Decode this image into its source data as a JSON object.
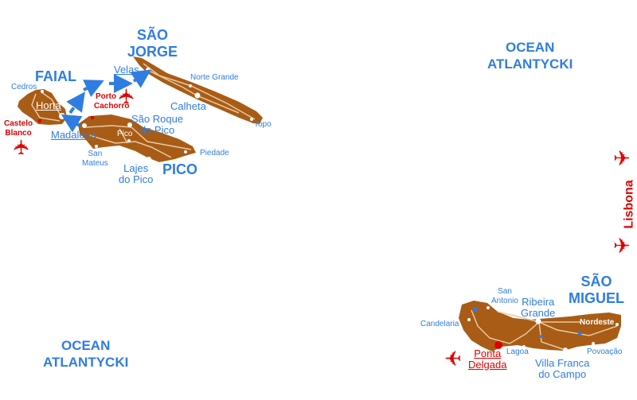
{
  "colors": {
    "label": "#2f7de1",
    "airport": "#e00000",
    "island": "#a85c16",
    "road": "#e8c9a0"
  },
  "oceans": [
    {
      "line1": "OCEAN",
      "line2": "ATLANTYCKI"
    },
    {
      "line1": "OCEAN",
      "line2": "ATLANTYCKI"
    }
  ],
  "islands": {
    "sao_jorge": {
      "line1": "SÃO",
      "line2": "JORGE"
    },
    "faial": "FAIAL",
    "pico": "PICO",
    "sao_miguel": {
      "line1": "SÃO",
      "line2": "MIGUEL"
    }
  },
  "places": {
    "cedros": "Cedros",
    "horta": "Horta",
    "castelo_blanco": {
      "line1": "Castelo",
      "line2": "Blanco"
    },
    "velas": "Velas",
    "norte_grande": "Norte Grande",
    "porto_cachorro": {
      "line1": "Porto",
      "line2": "Cachorro"
    },
    "calheta": "Calheta",
    "topo": "Topo",
    "sao_roque": {
      "line1": "São Roque",
      "line2": "do Pico"
    },
    "madalena": "Madalena",
    "pico_town": "Pico",
    "piedade": "Piedade",
    "san_mateus": {
      "line1": "San",
      "line2": "Mateus"
    },
    "lajes": {
      "line1": "Lajes",
      "line2": "do Pico"
    },
    "san_antonio": {
      "line1": "San",
      "line2": "Antonio"
    },
    "ribeira_grande": {
      "line1": "Ribeira",
      "line2": "Grande"
    },
    "candelaria": "Candelaria",
    "nordeste": "Nordeste",
    "ponta_delgada": {
      "line1": "Ponta",
      "line2": "Delgada"
    },
    "lagoa": "Lagoa",
    "povoacao": "Povoação",
    "villa_franca": {
      "line1": "Villa Franca",
      "line2": "do Campo"
    }
  },
  "lisbona": "Lisbona",
  "icons": {
    "airport": "airplane-icon"
  }
}
